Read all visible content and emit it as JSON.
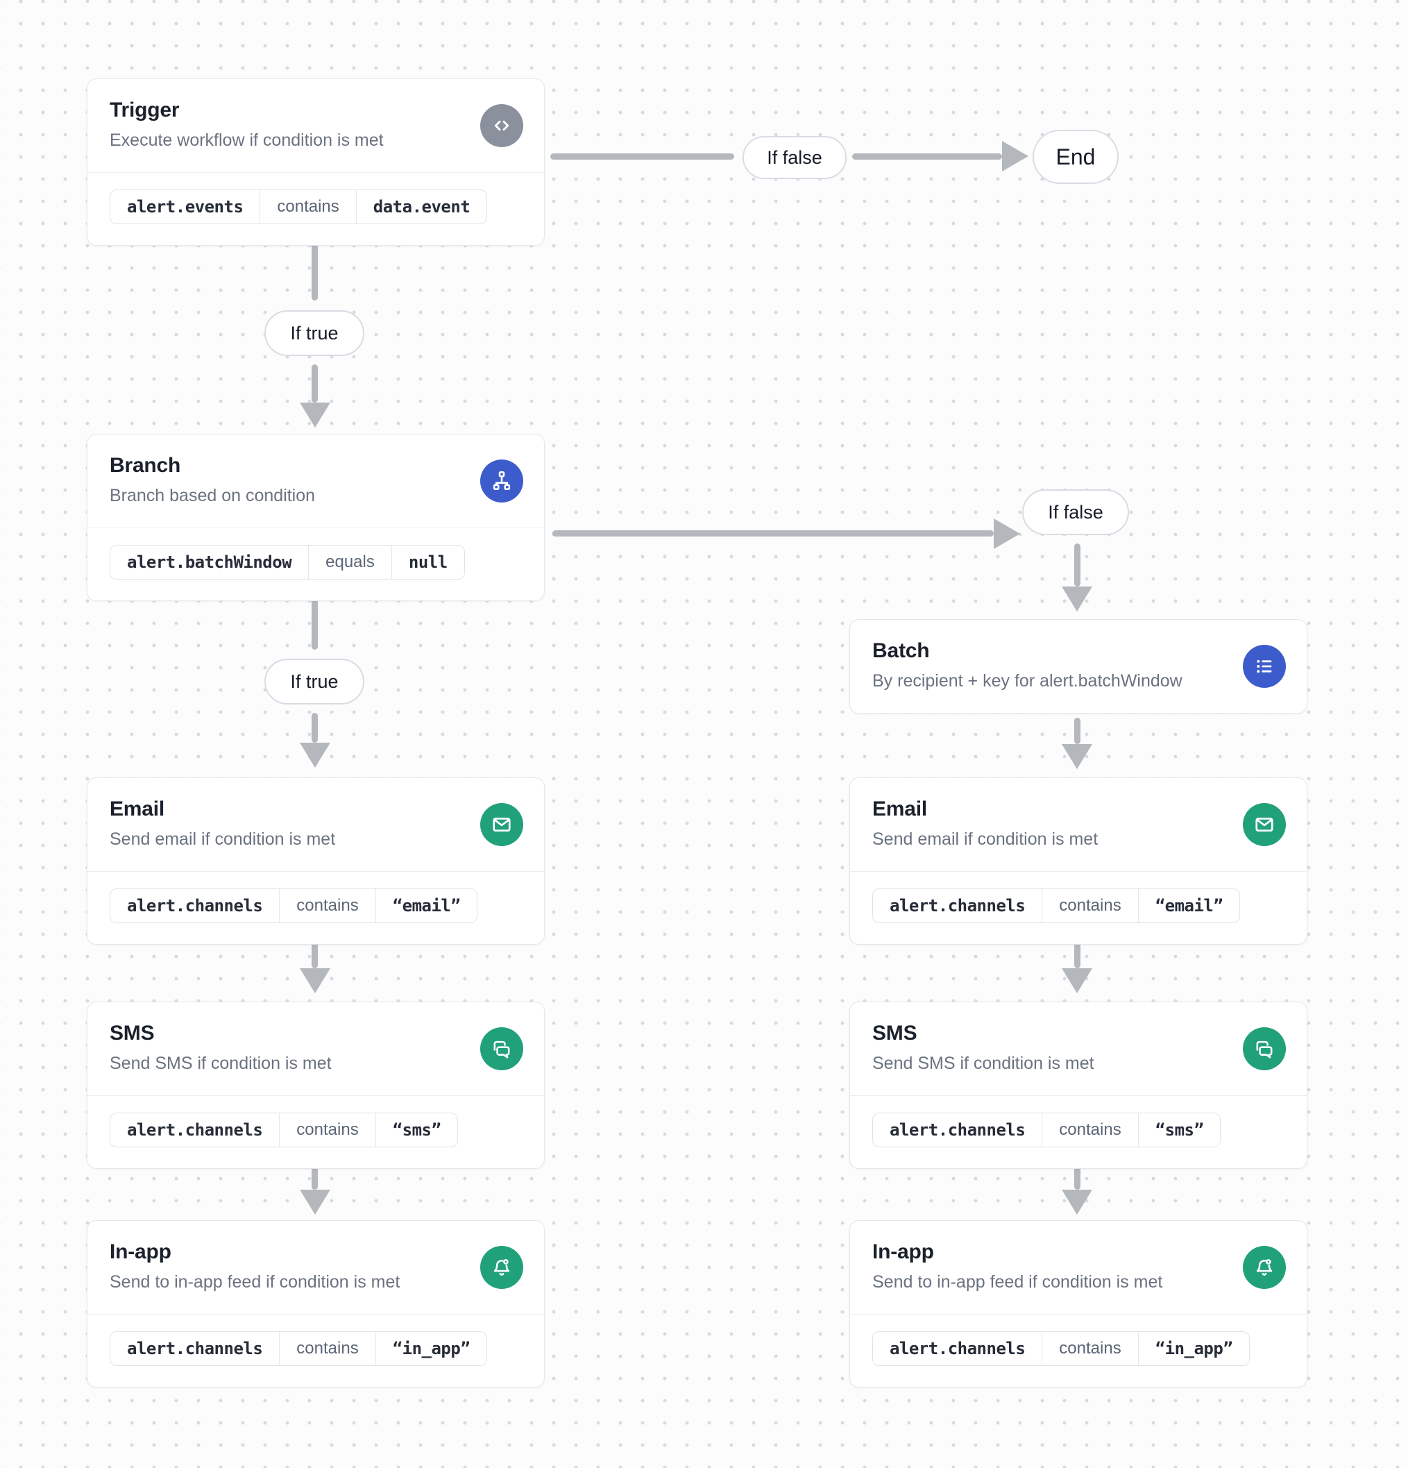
{
  "diagram": {
    "colors": {
      "accent_blue": "#3d5ccc",
      "accent_green": "#21a179",
      "trigger_gray": "#8a919d",
      "arrow_gray": "#b4b7bc"
    },
    "edge_labels": {
      "if_true_1": "If true",
      "if_false_1": "If false",
      "if_true_2": "If true",
      "if_false_2": "If false",
      "end": "End"
    },
    "nodes": {
      "trigger": {
        "title": "Trigger",
        "subtitle": "Execute workflow if condition is met",
        "icon": "code-icon",
        "condition": {
          "field": "alert.events",
          "operator": "contains",
          "value": "data.event"
        }
      },
      "branch": {
        "title": "Branch",
        "subtitle": "Branch based on condition",
        "icon": "sitemap-icon",
        "condition": {
          "field": "alert.batchWindow",
          "operator": "equals",
          "value": "null"
        }
      },
      "batch": {
        "title": "Batch",
        "subtitle": "By recipient + key for alert.batchWindow",
        "icon": "list-icon"
      },
      "email_left": {
        "title": "Email",
        "subtitle": "Send email if condition is met",
        "icon": "mail-icon",
        "condition": {
          "field": "alert.channels",
          "operator": "contains",
          "value": "“email”"
        }
      },
      "sms_left": {
        "title": "SMS",
        "subtitle": "Send SMS if condition is met",
        "icon": "chat-bubbles-icon",
        "condition": {
          "field": "alert.channels",
          "operator": "contains",
          "value": "“sms”"
        }
      },
      "inapp_left": {
        "title": "In-app",
        "subtitle": "Send to in-app feed if condition is met",
        "icon": "bell-icon",
        "condition": {
          "field": "alert.channels",
          "operator": "contains",
          "value": "“in_app”"
        }
      },
      "email_right": {
        "title": "Email",
        "subtitle": "Send email if condition is met",
        "icon": "mail-icon",
        "condition": {
          "field": "alert.channels",
          "operator": "contains",
          "value": "“email”"
        }
      },
      "sms_right": {
        "title": "SMS",
        "subtitle": "Send SMS if condition is met",
        "icon": "chat-bubbles-icon",
        "condition": {
          "field": "alert.channels",
          "operator": "contains",
          "value": "“sms”"
        }
      },
      "inapp_right": {
        "title": "In-app",
        "subtitle": "Send to in-app feed if condition is met",
        "icon": "bell-icon",
        "condition": {
          "field": "alert.channels",
          "operator": "contains",
          "value": "“in_app”"
        }
      }
    }
  }
}
